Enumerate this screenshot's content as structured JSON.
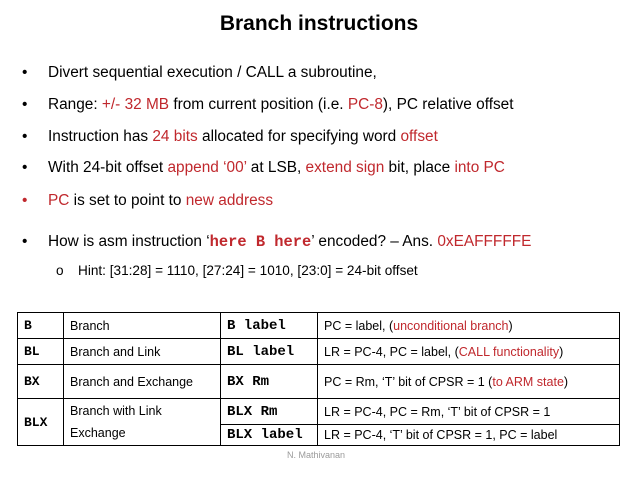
{
  "title": "Branch instructions",
  "bullet_char": "•",
  "sub_bullet_char": "o",
  "bullets": [
    {
      "segments": [
        {
          "t": "Divert sequential execution / CALL a subroutine,",
          "red": false
        }
      ]
    },
    {
      "segments": [
        {
          "t": "Range: ",
          "red": false
        },
        {
          "t": "+/- 32 MB",
          "red": true
        },
        {
          "t": " from current position (i.e. ",
          "red": false
        },
        {
          "t": "PC-8",
          "red": true
        },
        {
          "t": "), PC relative offset",
          "red": false
        }
      ]
    },
    {
      "segments": [
        {
          "t": "Instruction has ",
          "red": false
        },
        {
          "t": "24 bits",
          "red": true
        },
        {
          "t": " allocated for specifying word ",
          "red": false
        },
        {
          "t": "offset",
          "red": true
        }
      ]
    },
    {
      "segments": [
        {
          "t": "With 24-bit offset ",
          "red": false
        },
        {
          "t": "append ‘00’",
          "red": true
        },
        {
          "t": " at LSB, ",
          "red": false
        },
        {
          "t": "extend sign",
          "red": true
        },
        {
          "t": " bit, place ",
          "red": false
        },
        {
          "t": "into PC",
          "red": true
        }
      ]
    },
    {
      "segments": [
        {
          "t": "PC",
          "red": true
        },
        {
          "t": " is set to point to ",
          "red": false
        },
        {
          "t": "new address",
          "red": true
        }
      ]
    },
    {
      "segments": [
        {
          "t": "How is asm instruction ‘",
          "red": false
        },
        {
          "t": "here B here",
          "red": true,
          "mono": true
        },
        {
          "t": "’ encoded? – Ans. ",
          "red": false
        },
        {
          "t": "0xEAFFFFFE",
          "red": true
        }
      ]
    }
  ],
  "hint": "Hint: [31:28] = 1110, [27:24] = 1010, [23:0] = 24-bit offset",
  "table": {
    "rows": [
      {
        "op": "B",
        "desc": "Branch",
        "ex": "B label",
        "meaning": [
          {
            "t": "PC = label, (",
            "red": false
          },
          {
            "t": "unconditional branch",
            "red": true
          },
          {
            "t": ")",
            "red": false
          }
        ]
      },
      {
        "op": "BL",
        "desc": "Branch and Link",
        "ex": "BL label",
        "meaning": [
          {
            "t": "LR = PC-4, PC = label,  (",
            "red": false
          },
          {
            "t": "CALL functionality",
            "red": true
          },
          {
            "t": ")",
            "red": false
          }
        ]
      },
      {
        "op": "BX",
        "desc": "Branch and Exchange",
        "ex": "BX Rm",
        "meaning": [
          {
            "t": "PC = Rm, ‘T’ bit of CPSR = 1 (",
            "red": false
          },
          {
            "t": "to ARM state",
            "red": true
          },
          {
            "t": ")",
            "red": false
          }
        ]
      },
      {
        "op": "BLX",
        "desc": "Branch with Link Exchange",
        "ex": "BLX Rm",
        "meaning": [
          {
            "t": "LR = PC-4, PC = Rm, ‘T’ bit of CPSR = 1",
            "red": false
          }
        ]
      },
      {
        "op": "",
        "desc": "",
        "ex": "BLX label",
        "meaning": [
          {
            "t": "LR = PC-4,  ‘T’ bit of CPSR = 1, PC = label",
            "red": false
          }
        ]
      }
    ]
  },
  "footer": "N. Mathivanan",
  "colors": {
    "accent_red": "#c0282d",
    "footer_gray": "#9a9a9a"
  }
}
